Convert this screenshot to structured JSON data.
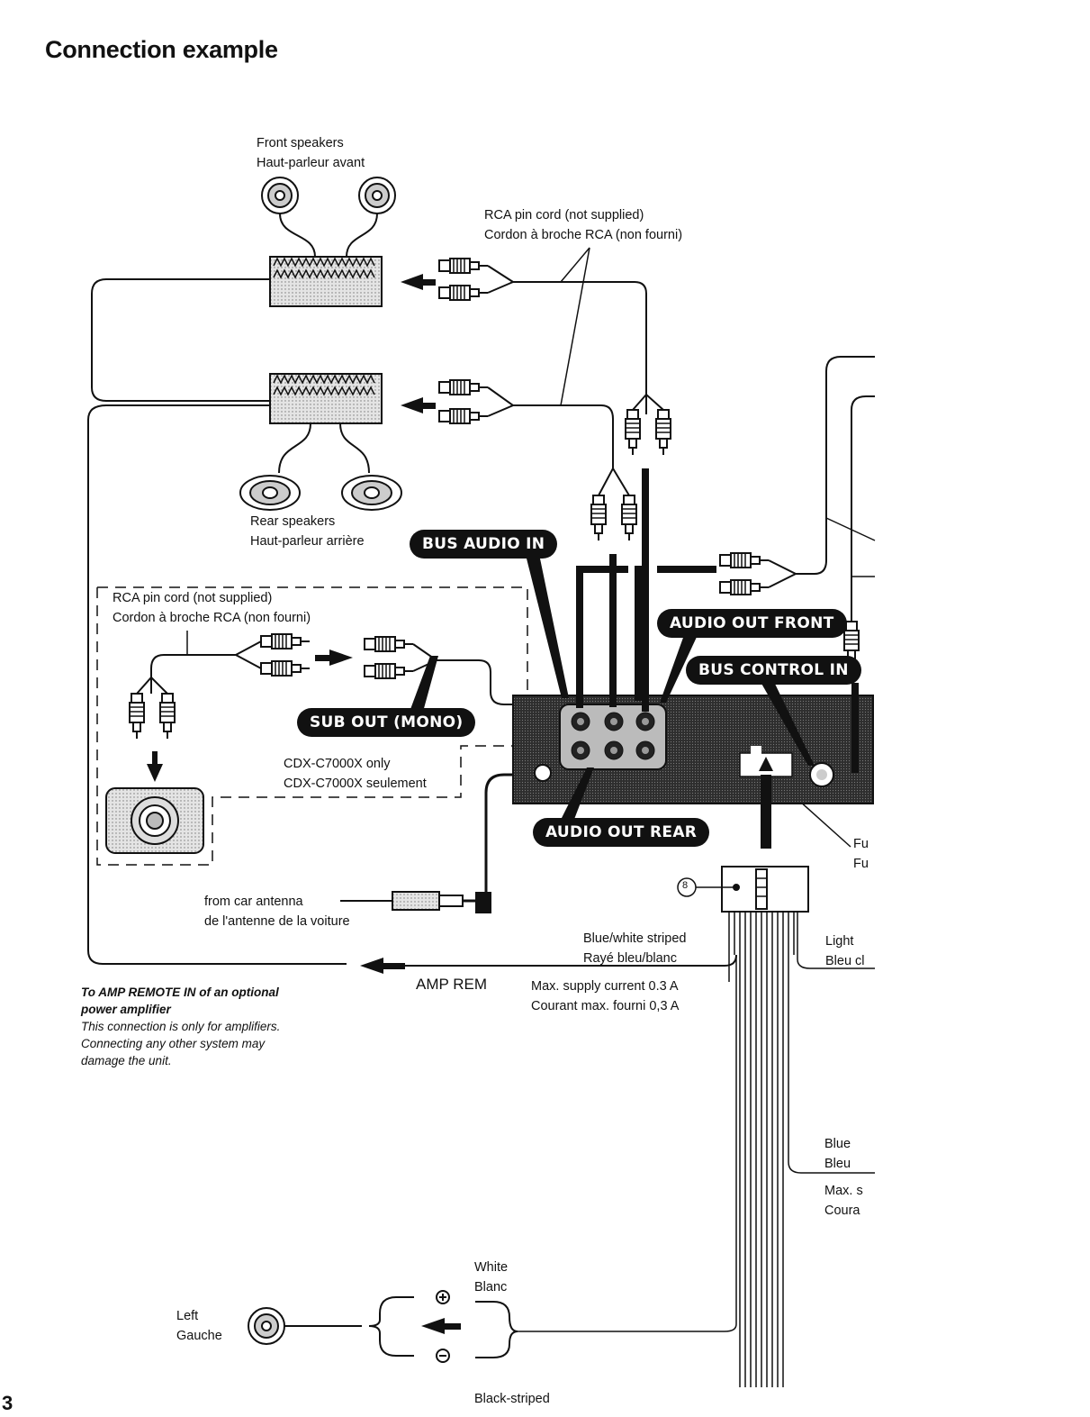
{
  "title": "Connection example",
  "page_number": "3",
  "labels": {
    "front_speakers_en": "Front speakers",
    "front_speakers_fr": "Haut-parleur avant",
    "rca_cord_top_en": "RCA pin cord (not supplied)",
    "rca_cord_top_fr": "Cordon à broche RCA  (non fourni)",
    "rear_speakers_en": "Rear speakers",
    "rear_speakers_fr": "Haut-parleur arrière",
    "rca_cord_left_en": "RCA pin cord (not supplied)",
    "rca_cord_left_fr": "Cordon à broche RCA  (non fourni)",
    "model_only_en": "CDX-C7000X only",
    "model_only_fr": "CDX-C7000X seulement",
    "antenna_en": "from car antenna",
    "antenna_fr": "de l'antenne de la voiture",
    "blue_white_en": "Blue/white striped",
    "blue_white_fr": "Rayé bleu/blanc",
    "amp_rem": "AMP REM",
    "max_supply_en": "Max. supply current 0.3 A",
    "max_supply_fr": "Courant max. fourni 0,3 A",
    "light_en": "Light",
    "light_fr": "Bleu cl",
    "fuse_1": "Fu",
    "fuse_2": "Fu",
    "blue_en": "Blue",
    "blue_fr": "Bleu",
    "max_s": "Max. s",
    "coura": "Coura",
    "white_en": "White",
    "white_fr": "Blanc",
    "black_striped": "Black-striped",
    "left_en": "Left",
    "left_fr": "Gauche",
    "callout_8": "8",
    "plus": "+",
    "minus": "−"
  },
  "note": {
    "line1": "To AMP REMOTE IN of an optional",
    "line2": "power amplifier",
    "line3": "This connection is only for amplifiers.",
    "line4": "Connecting any other system may",
    "line5": "damage the unit."
  },
  "callouts": {
    "bus_audio_in": "BUS AUDIO IN",
    "audio_out_front": "AUDIO OUT FRONT",
    "bus_control_in": "BUS CONTROL IN",
    "sub_out_mono": "SUB OUT (MONO)",
    "audio_out_rear": "AUDIO OUT REAR"
  },
  "colors": {
    "ink": "#111111",
    "pill_bg": "#111111",
    "pill_text": "#ffffff",
    "unit_fill": "#3a3a3a",
    "speaker_gray": "#bdbdbd"
  }
}
